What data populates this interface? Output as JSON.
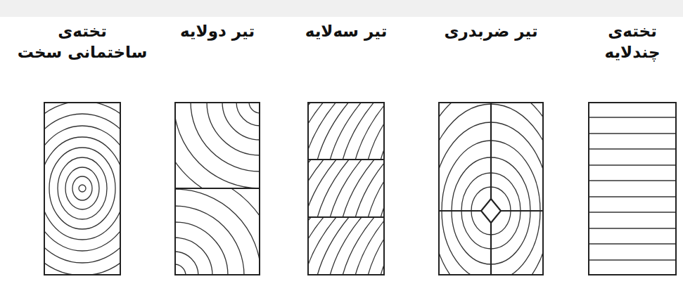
{
  "diagram": {
    "nodes": [
      {
        "text": [
          "تخته‌ی چندلایه"
        ]
      },
      {
        "text": [
          "تیر ضربدری"
        ]
      },
      {
        "text": [
          "تیر سه‌لایه"
        ]
      },
      {
        "text": [
          "تیر دولایه"
        ]
      },
      {
        "text": [
          "تخته‌ی ساختمانی سخت"
        ]
      }
    ]
  }
}
